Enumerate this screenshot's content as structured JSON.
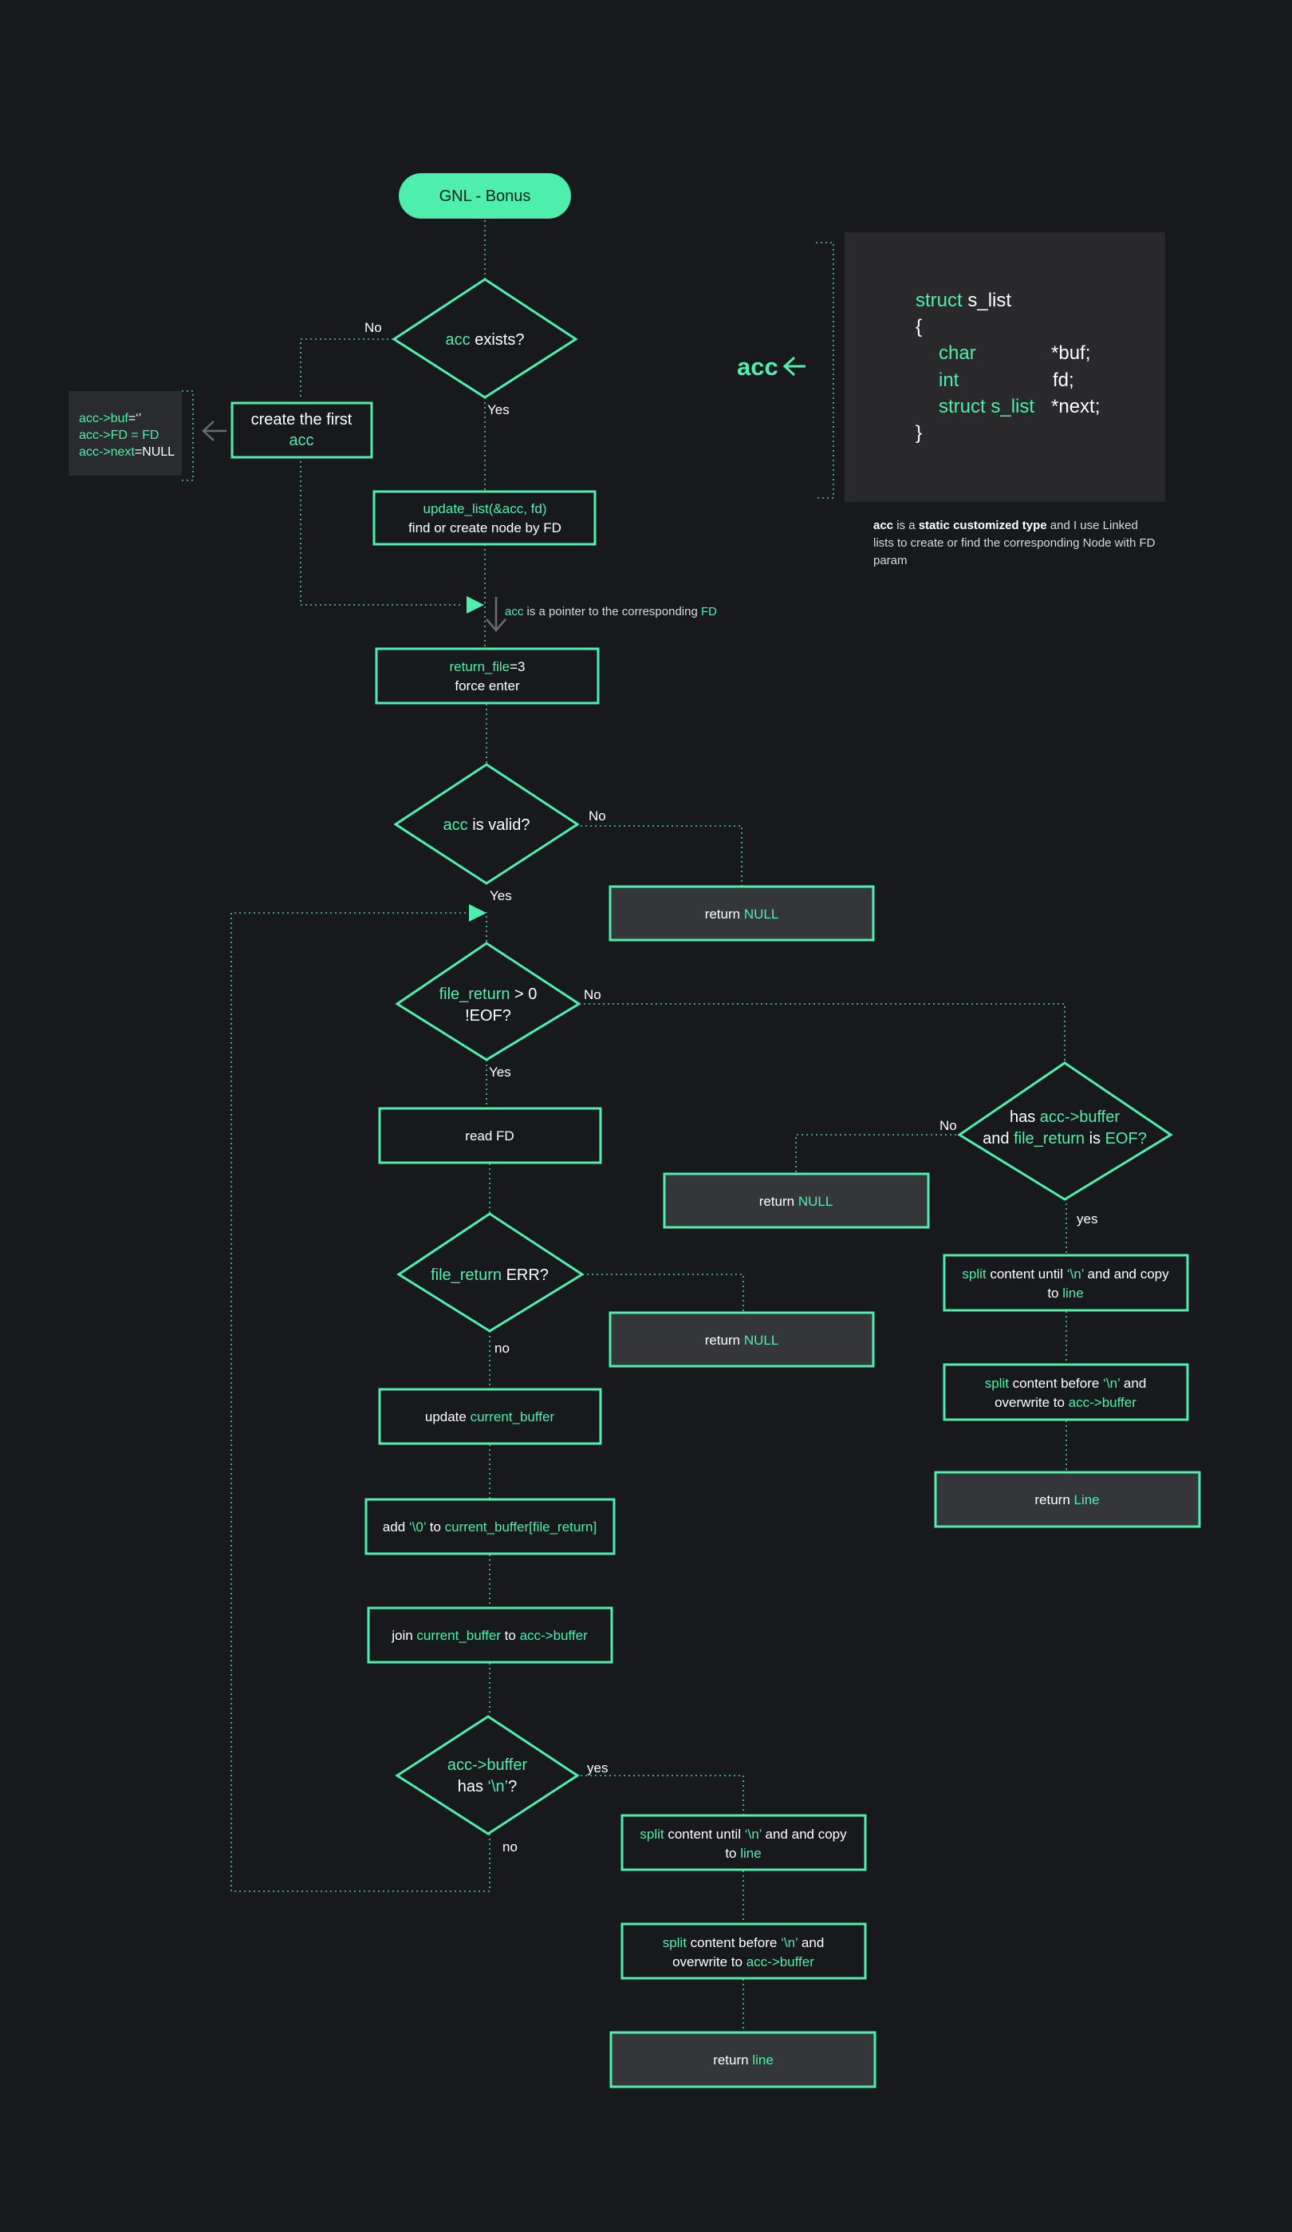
{
  "start": "GNL - Bonus",
  "d_acc_exists": {
    "a": "acc",
    "b": " exists?"
  },
  "no1": "No",
  "yes1": "Yes",
  "create_first": {
    "l1": "create the first",
    "l2": "acc"
  },
  "init_box": {
    "l1a": "acc->buf",
    "l1b": "=‘’",
    "l2a": "acc->FD",
    "l2b": " = FD",
    "l3a": "acc->next",
    "l3b": "=NULL"
  },
  "update_list": {
    "l1": "update_list(&acc, fd)",
    "l2": "find or create node by FD"
  },
  "pointer_note": {
    "a": "acc",
    "b": " is a pointer to the corresponding ",
    "c": "FD"
  },
  "return_file": {
    "l1a": "return_file",
    "l1b": "=3",
    "l2": "force enter"
  },
  "d_acc_valid": {
    "a": "acc",
    "b": " is valid?"
  },
  "no2": "No",
  "yes2": "Yes",
  "return_null_1": {
    "a": "return ",
    "b": "NULL"
  },
  "d_file_return": {
    "l1a": "file_return",
    "l1b": " > 0",
    "l2": "!EOF?"
  },
  "no3": "No",
  "yes3": "Yes",
  "read_fd": "read FD",
  "d_has_buffer": {
    "l1a": "has ",
    "l1b": "acc->buffer",
    "l2a": "and ",
    "l2b": "file_return",
    "l2c": " is ",
    "l2d": "EOF?"
  },
  "no4": "No",
  "yes4": "yes",
  "return_null_2": {
    "a": "return ",
    "b": "NULL"
  },
  "split_right_1": {
    "l1a": "split",
    "l1b": " content until ",
    "l1c": "‘\\n’",
    "l1d": " and and copy",
    "l2a": "to ",
    "l2b": "line"
  },
  "split_right_2": {
    "l1a": "split",
    "l1b": " content before ",
    "l1c": "‘\\n’",
    "l1d": " and",
    "l2a": "overwrite to ",
    "l2b": "acc->buffer"
  },
  "return_line_right": {
    "a": "return ",
    "b": "Line"
  },
  "d_err": {
    "a": "file_return",
    "b": " ERR?"
  },
  "no5": "no",
  "return_null_3": {
    "a": "return ",
    "b": "NULL"
  },
  "update_buffer": {
    "a": "update ",
    "b": "current_buffer"
  },
  "add_null": {
    "a": "add ",
    "b": "‘\\0’",
    "c": " to ",
    "d": "current_buffer[file_return]"
  },
  "join": {
    "a": "join ",
    "b": "current_buffer",
    "c": " to ",
    "d": "acc->buffer"
  },
  "d_has_newline": {
    "l1": "acc->buffer",
    "l2a": "has ",
    "l2b": "‘\\n’",
    "l2c": "?"
  },
  "yes6": "yes",
  "no6": "no",
  "split_bottom_1": {
    "l1a": "split",
    "l1b": " content until ",
    "l1c": "‘\\n’",
    "l1d": " and and copy",
    "l2a": "to ",
    "l2b": "line"
  },
  "split_bottom_2": {
    "l1a": "split",
    "l1b": " content before ",
    "l1c": "‘\\n’",
    "l1d": " and",
    "l2a": "overwrite to ",
    "l2b": "acc->buffer"
  },
  "return_line_bottom": {
    "a": "return ",
    "b": "line"
  },
  "acc_label": "acc",
  "code": {
    "l1a": "struct",
    "l1b": " s_list",
    "l2": "{",
    "l3a": "char",
    "l3b": "*buf;",
    "l4a": "int",
    "l4b": "fd;",
    "l5a": "struct s_list",
    "l5b": "*next;",
    "l6": "}"
  },
  "note": {
    "a": "acc",
    "b": " is a ",
    "c": "static customized type",
    "d": " and I use Linked lists to create or find the corresponding Node with FD param"
  }
}
